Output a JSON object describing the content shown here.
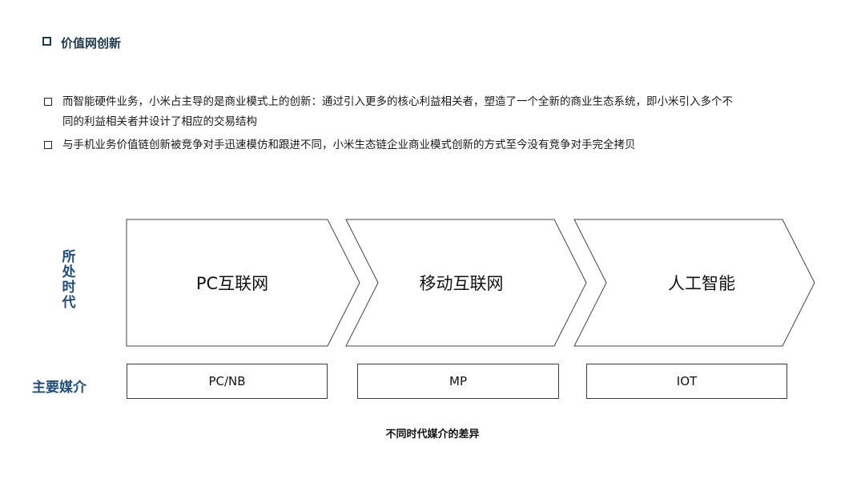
{
  "header": {
    "title": "价值网创新"
  },
  "bullets": [
    {
      "line1": "而智能硬件业务，小米占主导的是商业模式上的创新：通过引入更多的核心利益相关者，塑造了一个全新的商业生态系统，即小米引入多个不",
      "line2": "同的利益相关者并设计了相应的交易结构"
    },
    {
      "line1": "与手机业务价值链创新被竞争对手迅速模仿和跟进不同，小米生态链企业商业模式创新的方式至今没有竞争对手完全拷贝"
    }
  ],
  "diagram": {
    "era_label": "所处时代",
    "media_label": "主要媒介",
    "eras": [
      {
        "label": "PC互联网",
        "media": "PC/NB"
      },
      {
        "label": "移动互联网",
        "media": "MP"
      },
      {
        "label": "人工智能",
        "media": "IOT"
      }
    ],
    "caption": "不同时代媒介的差异"
  }
}
